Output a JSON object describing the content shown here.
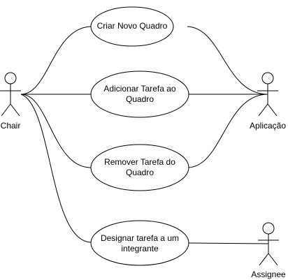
{
  "actors": {
    "chair": "Chair",
    "aplicacao": "Aplicação",
    "assignee": "Assignee"
  },
  "use_cases": {
    "criar_novo_quadro": "Criar Novo Quadro",
    "adicionar_tarefa_line1": "Adicionar Tarefa ao",
    "adicionar_tarefa_line2": "Quadro",
    "remover_tarefa_line1": "Remover Tarefa do",
    "remover_tarefa_line2": "Quadro",
    "designar_tarefa_line1": "Designar tarefa a um",
    "designar_tarefa_line2": "integrante"
  }
}
